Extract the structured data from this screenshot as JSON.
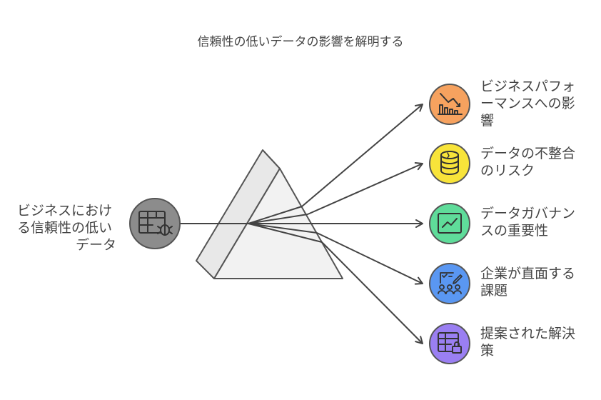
{
  "title": "信頼性の低いデータの影響を解明する",
  "source": {
    "label_lines": [
      "ビジネスにおけ",
      "る信頼性の低い",
      "データ"
    ],
    "icon": "table-bug-icon",
    "color": "#8c8c8c"
  },
  "outputs": [
    {
      "label_lines": [
        "ビジネスパフォ",
        "ーマンスへの影",
        "響"
      ],
      "icon": "chart-down-icon",
      "color": "#f6a25f"
    },
    {
      "label_lines": [
        "データの不整合",
        "のリスク"
      ],
      "icon": "database-icon",
      "color": "#f8e43a"
    },
    {
      "label_lines": [
        "データガバナン",
        "スの重要性"
      ],
      "icon": "monitor-chart-icon",
      "color": "#5fdc9a"
    },
    {
      "label_lines": [
        "企業が直面する",
        "課題"
      ],
      "icon": "team-checklist-icon",
      "color": "#5a97f2"
    },
    {
      "label_lines": [
        "提案された解決",
        "策"
      ],
      "icon": "table-lock-icon",
      "color": "#9a7ff2"
    }
  ]
}
